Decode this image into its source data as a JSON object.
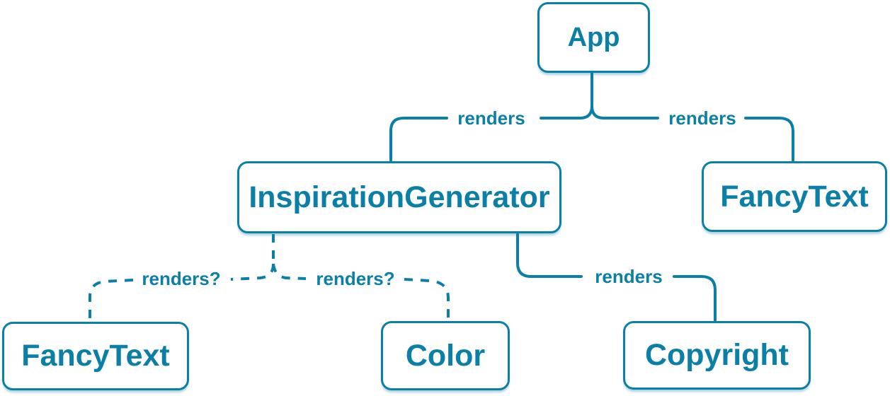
{
  "diagram": {
    "type": "component-render-tree",
    "colors": {
      "accent": "#0b7fa6",
      "node_bg": "#ffffff"
    },
    "nodes": {
      "app": {
        "label": "App"
      },
      "inspiration_generator": {
        "label": "InspirationGenerator"
      },
      "fancy_text_top": {
        "label": "FancyText"
      },
      "fancy_text_bottom": {
        "label": "FancyText"
      },
      "color": {
        "label": "Color"
      },
      "copyright": {
        "label": "Copyright"
      }
    },
    "edges": {
      "app_to_inspiration": {
        "label": "renders",
        "style": "solid",
        "from": "App",
        "to": "InspirationGenerator"
      },
      "app_to_fancytext": {
        "label": "renders",
        "style": "solid",
        "from": "App",
        "to": "FancyText"
      },
      "inspiration_to_fancytext": {
        "label": "renders?",
        "style": "dashed",
        "from": "InspirationGenerator",
        "to": "FancyText"
      },
      "inspiration_to_color": {
        "label": "renders?",
        "style": "dashed",
        "from": "InspirationGenerator",
        "to": "Color"
      },
      "inspiration_to_copyright": {
        "label": "renders",
        "style": "solid",
        "from": "InspirationGenerator",
        "to": "Copyright"
      }
    }
  }
}
